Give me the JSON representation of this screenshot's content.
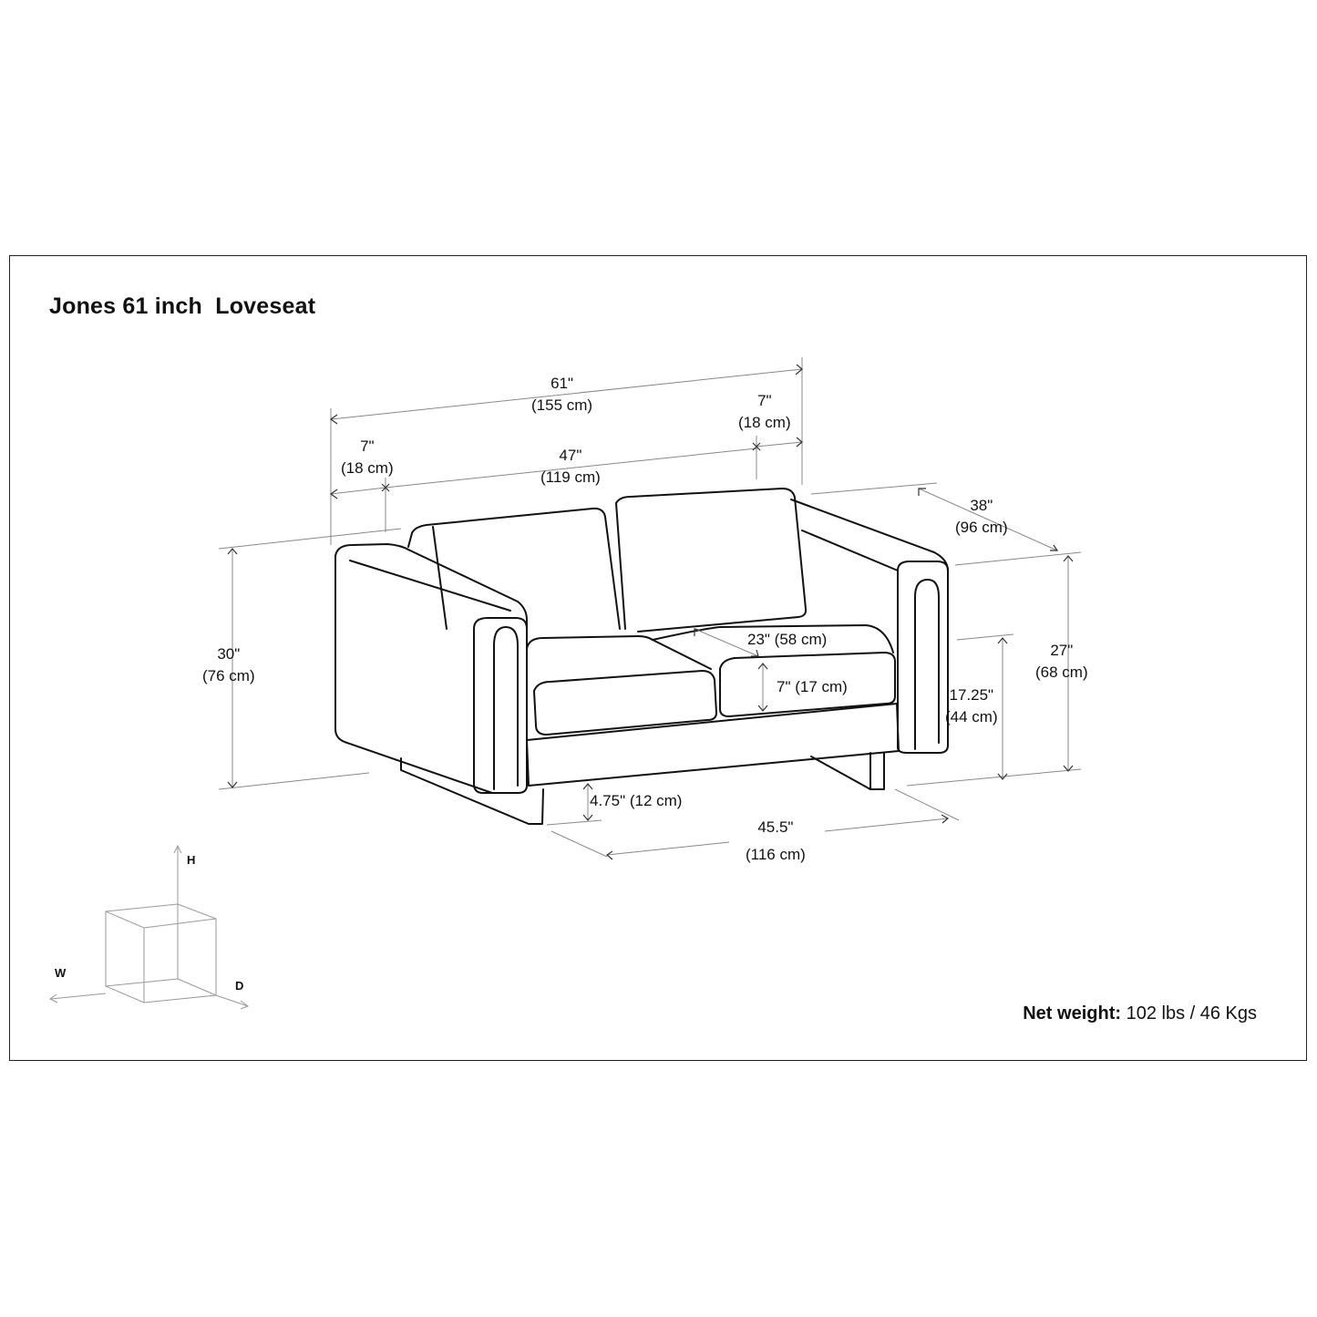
{
  "title": "Jones 61 inch  Loveseat",
  "dimensions": {
    "overall_width": {
      "in": "61\"",
      "cm": "(155 cm)"
    },
    "arm_width_left": {
      "in": "7\"",
      "cm": "(18 cm)"
    },
    "arm_width_right": {
      "in": "7\"",
      "cm": "(18 cm)"
    },
    "inner_width": {
      "in": "47\"",
      "cm": "(119 cm)"
    },
    "depth": {
      "in": "38\"",
      "cm": "(96 cm)"
    },
    "height": {
      "in": "30\"",
      "cm": "(76 cm)"
    },
    "arm_height": {
      "in": "27\"",
      "cm": "(68 cm)"
    },
    "seat_height": {
      "in": "17.25\"",
      "cm": "(44 cm)"
    },
    "seat_depth": "23\" (58 cm)",
    "cushion_thickness": "7\" (17 cm)",
    "leg_height": "4.75\" (12 cm)",
    "base_width": {
      "in": "45.5\"",
      "cm": "(116 cm)"
    }
  },
  "axes": {
    "h": "H",
    "w": "W",
    "d": "D"
  },
  "weight": {
    "label": "Net weight:",
    "value": " 102 lbs / 46 Kgs"
  }
}
